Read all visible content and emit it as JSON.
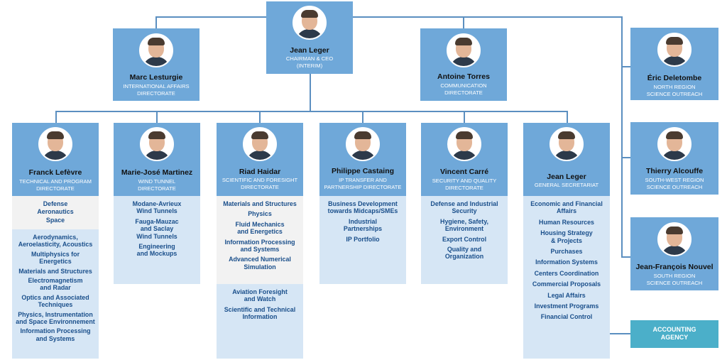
{
  "chairman": {
    "name": "Jean Leger",
    "role": [
      "CHAIRMAN & CEO",
      "(INTERIM)"
    ]
  },
  "top": [
    {
      "name": "Marc Lesturgie",
      "role": [
        "INTERNATIONAL AFFAIRS",
        "DIRECTORATE"
      ]
    },
    {
      "name": "Antoine  Torres",
      "role": [
        "COMMUNICATION",
        "DIRECTORATE"
      ]
    }
  ],
  "regions": [
    {
      "name": "Éric Deletombe",
      "role": [
        "NORTH REGION",
        "SCIENCE OUTREACH"
      ]
    },
    {
      "name": "Thierry Alcouffe",
      "role": [
        "SOUTH-WEST REGION",
        "SCIENCE OUTREACH"
      ]
    },
    {
      "name": "Jean-François Nouvel",
      "role": [
        "SOUTH REGION",
        "SCIENCE OUTREACH"
      ]
    }
  ],
  "directorates": [
    {
      "name": "Franck Lefèvre",
      "role": [
        "TECHNICAL AND PROGRAM",
        "DIRECTORATE"
      ],
      "groups": [
        [
          "Defense",
          "Aeronautics",
          "Space"
        ],
        [
          "Aerodynamics,\nAeroelasticity, Acoustics",
          "Multiphysics for\nEnergetics",
          "Materials and Structures",
          "Electromagnetism\nand Radar",
          "Optics and Associated\nTechniques",
          "Physics, Instrumentation\nand Space Environnement",
          "Information Processing\nand Systems"
        ]
      ]
    },
    {
      "name": "Marie-José Martinez",
      "role": [
        "WIND TUNNEL",
        "DIRECTORATE"
      ],
      "groups": [
        [
          "Modane-Avrieux\nWind Tunnels",
          "Fauga-Mauzac\nand Saclay\nWind Tunnels",
          "Engineering\nand Mockups"
        ]
      ]
    },
    {
      "name": "Riad Haidar",
      "role": [
        "SCIENTIFIC AND FORESIGHT",
        "DIRECTORATE"
      ],
      "groups": [
        [
          "Materials and Structures",
          "Physics",
          "Fluid Mechanics\nand Energetics",
          "Information Processing\nand Systems",
          "Advanced Numerical\nSimulation"
        ],
        [
          "Aviation Foresight\nand Watch",
          "Scientific and Technical\nInformation"
        ]
      ]
    },
    {
      "name": "Philippe Castaing",
      "role": [
        "IP TRANSFER AND",
        "PARTNERSHIP DIRECTORATE"
      ],
      "groups": [
        [
          "Business Development\ntowards Midcaps/SMEs",
          "Industrial\nPartnerships",
          "IP Portfolio"
        ]
      ]
    },
    {
      "name": "Vincent Carré",
      "role": [
        "SECURITY AND QUALITY",
        "DIRECTORATE"
      ],
      "groups": [
        [
          "Defense and Industrial\nSecurity",
          "Hygiene, Safety,\nEnvironment",
          "Export Control",
          "Quality and\nOrganization"
        ]
      ]
    },
    {
      "name": "Jean Leger",
      "role": [
        "GENERAL SECRETARIAT"
      ],
      "groups": [
        [
          "Economic and Financial\nAffairs",
          "Human Resources",
          "Housing Strategy\n& Projects",
          "Purchases",
          "Information Systems",
          "Centers Coordination",
          "Commercial Proposals",
          "Legal Affairs",
          "Investment Programs",
          "Financial Control"
        ]
      ]
    }
  ],
  "agency": [
    "ACCOUNTING",
    "AGENCY"
  ],
  "colors": {
    "box": "#6fa8d9",
    "line": "#5b8fc0",
    "light": "#d6e6f5",
    "grey": "#f2f2f2",
    "item_text": "#1a4f8b",
    "agency": "#4bafc9"
  },
  "icons": {
    "portrait": "person-photo-icon"
  }
}
